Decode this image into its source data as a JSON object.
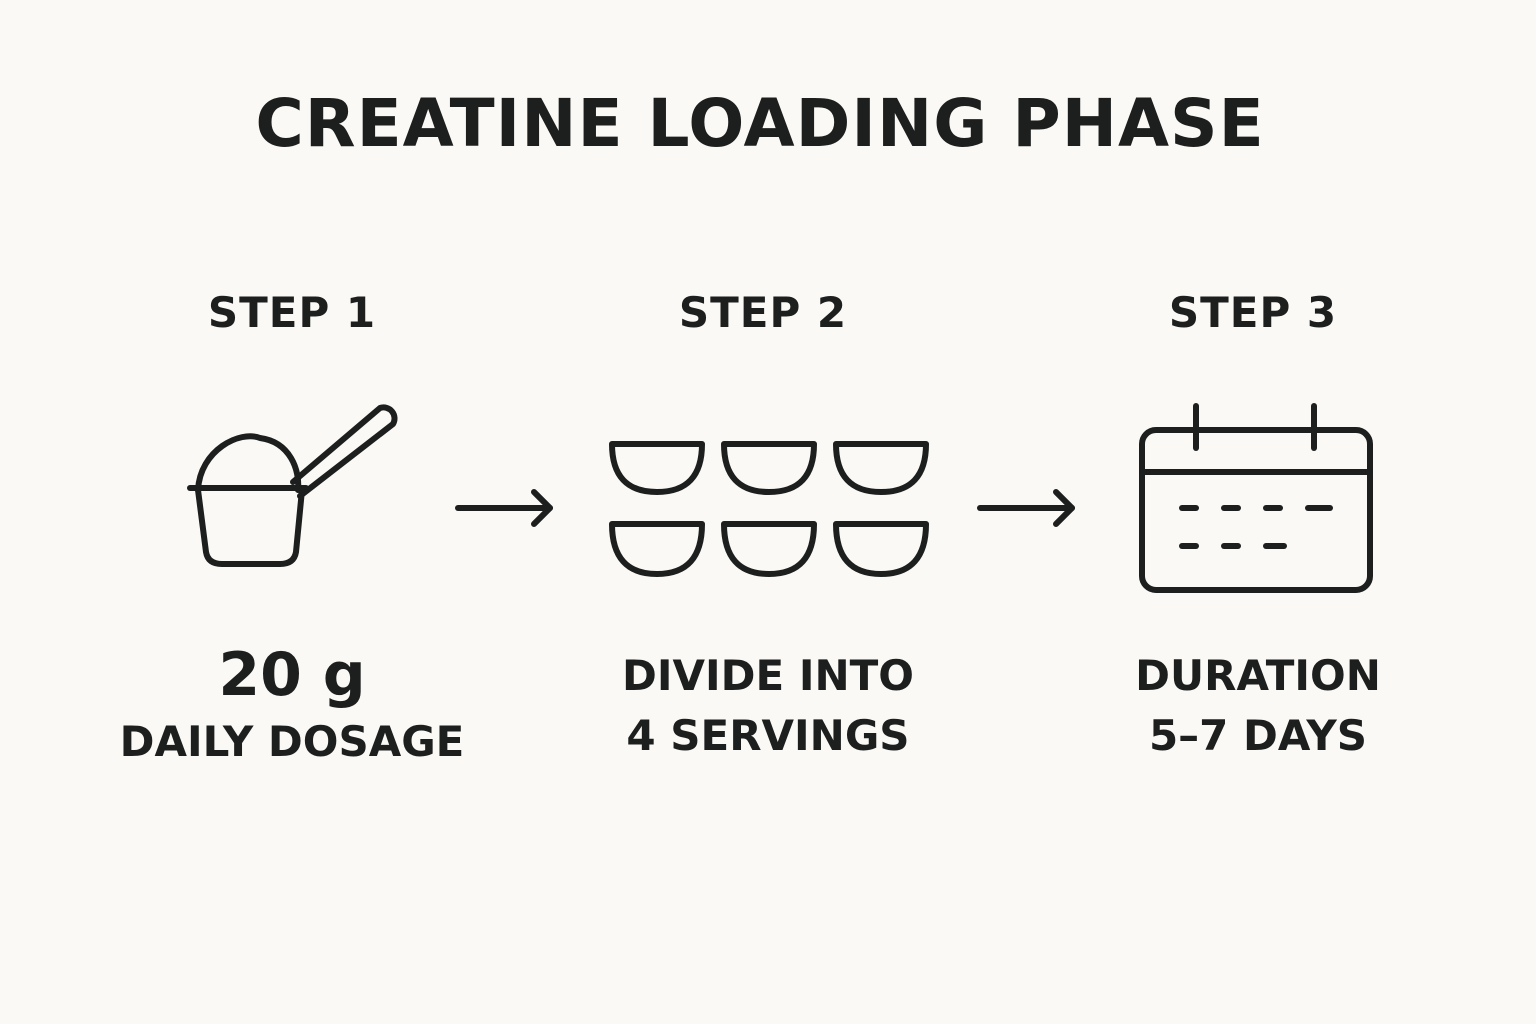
{
  "title": "CREATINE LOADING PHASE",
  "steps": [
    {
      "label": "STEP 1",
      "icon": "scoop-icon",
      "amount": "20 g",
      "caption": "DAILY DOSAGE"
    },
    {
      "label": "STEP 2",
      "icon": "servings-icon",
      "caption_line1": "DIVIDE INTO",
      "caption_line2": "4 SERVINGS"
    },
    {
      "label": "STEP 3",
      "icon": "calendar-icon",
      "caption_line1": "DURATION",
      "caption_line2": "5–7 DAYS"
    }
  ],
  "colors": {
    "background": "#faf9f6",
    "ink": "#1c1f1e"
  }
}
